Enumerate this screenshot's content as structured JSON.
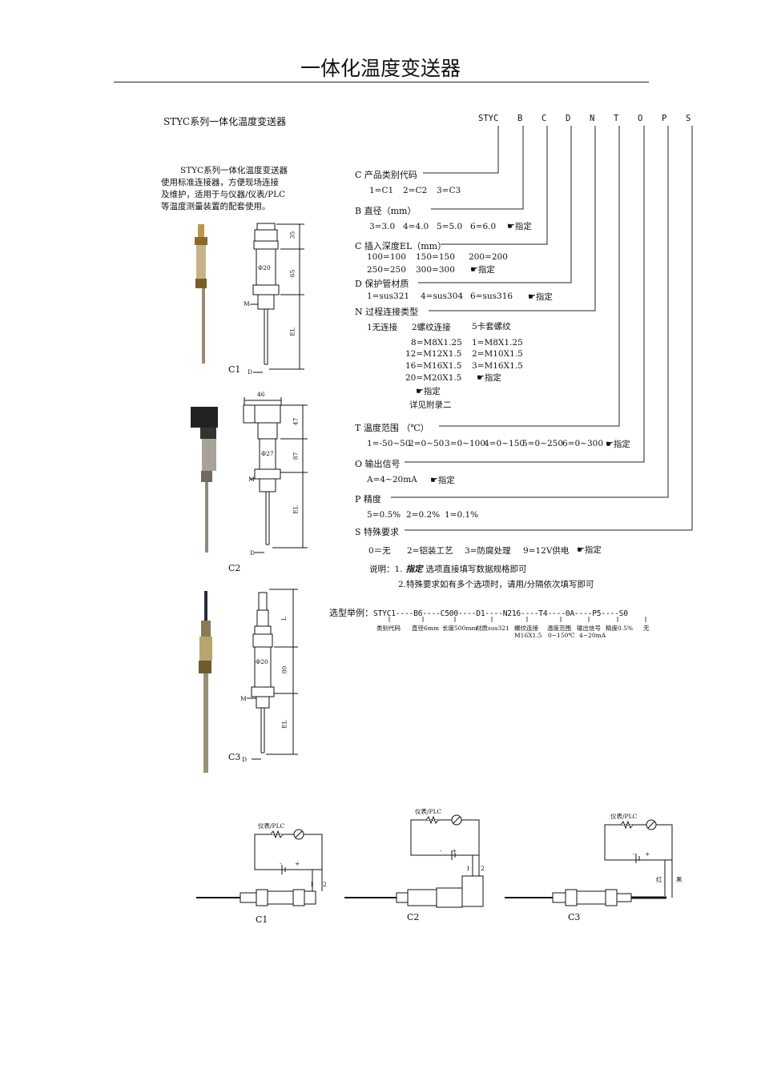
{
  "page": {
    "title": "一体化温度变送器",
    "series_heading": "STYC系列一体化温度变送器",
    "intro_lines": [
      "STYC系列一体化温度变送器",
      "使用标准连接器，方便现场连接",
      "及维护，适用于与仪器/仪表/PLC",
      "等温度测量装置的配套使用。"
    ]
  },
  "code_header": [
    "STYC",
    "B",
    "C",
    "D",
    "N",
    "T",
    "O",
    "P",
    "S"
  ],
  "specs": {
    "C": {
      "label": "C 产品类别代码",
      "options": [
        "1=C1",
        "2=C2",
        "3=C3"
      ]
    },
    "B": {
      "label": "B 直径（mm）",
      "options": [
        "3=3.0",
        "4=4.0",
        "5=5.0",
        "6=6.0"
      ],
      "custom": "指定"
    },
    "Cd": {
      "label": "C 插入深度EL（mm）",
      "row1": [
        "100=100",
        "150=150",
        "200=200"
      ],
      "row2": [
        "250=250",
        "300=300"
      ],
      "custom": "指定"
    },
    "D": {
      "label": "D 保护管材质",
      "options": [
        "1=sus321",
        "4=sus304",
        "6=sus316"
      ],
      "custom": "指定"
    },
    "N": {
      "label": "N 过程连接类型",
      "types": [
        "1无连接",
        "2螺纹连接",
        "5卡套螺纹"
      ],
      "thread_col": [
        "8=M8X1.25",
        "12=M12X1.5",
        "16=M16X1.5",
        "20=M20X1.5"
      ],
      "ferrule_col": [
        "1=M8X1.25",
        "2=M10X1.5",
        "3=M16X1.5"
      ],
      "custom": "指定",
      "appendix": "详见附录二"
    },
    "T": {
      "label": "T 温度范围 （℃）",
      "options": [
        "1=-50~50",
        "2=0~50",
        "3=0~100",
        "4=0~150",
        "5=0~250",
        "6=0~300"
      ],
      "custom": "指定"
    },
    "O": {
      "label": "O 输出信号",
      "options": [
        "A=4~20mA"
      ],
      "custom": "指定"
    },
    "P": {
      "label": "P 精度",
      "options": [
        "5=0.5%",
        "2=0.2%",
        "1=0.1%"
      ]
    },
    "S": {
      "label": "S 特殊要求",
      "options": [
        "0＝无",
        "2=铠装工艺",
        "3=防腐处理",
        "9=12V供电"
      ],
      "custom": "指定"
    }
  },
  "notes": {
    "prefix": "说明：1.",
    "emph": "指定",
    "line1": "选项直接填写数据规格即可",
    "line2": "2.特殊要求如有多个选项时，请用/分隔依次填写即可"
  },
  "example": {
    "lead": "选型举例：",
    "code": "STYC1----B6----C500----D1----N216----T4----0A----P5----S0",
    "annotations": [
      "类别代码",
      "直径6mm",
      "长度500mm",
      "材质sus321",
      "螺纹连接",
      "温度范围",
      "输出信号",
      "精度0.5%",
      "无"
    ],
    "annotations_line2": [
      "M16X1.5",
      "0~150℃",
      "4~20mA"
    ]
  },
  "drawings": {
    "c1": {
      "label": "C1",
      "dims": [
        "35",
        "Φ20",
        "65",
        "M",
        "EL",
        "D"
      ]
    },
    "c2": {
      "label": "C2",
      "dims": [
        "46",
        "47",
        "Φ27",
        "87",
        "M",
        "EL",
        "D"
      ]
    },
    "c3": {
      "label": "C3",
      "dims": [
        "L",
        "Φ20",
        "80",
        "M",
        "EL",
        "D"
      ]
    }
  },
  "wiring": {
    "meter_label": "仪表/PLC",
    "pin1": "1",
    "pin2": "2",
    "red": "红",
    "black": "黑",
    "minus": "-",
    "plus": "+",
    "captions": [
      "C1",
      "C2",
      "C3"
    ]
  }
}
